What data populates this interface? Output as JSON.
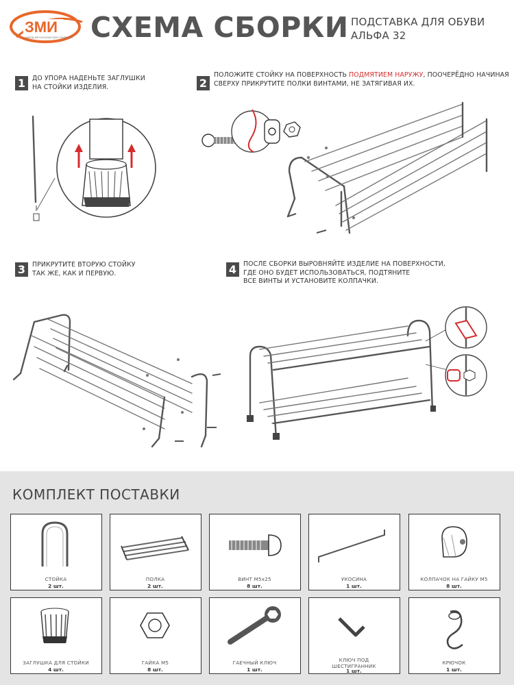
{
  "header": {
    "logo_text": "ЗМИ",
    "logo_subtext": "ЗАВОД МЕТАЛЛИЧЕСКИХ ИЗДЕЛИЙ",
    "title": "СХЕМА СБОРКИ",
    "product_line1": "ПОДСТАВКА ДЛЯ ОБУВИ",
    "product_line2": "АЛЬФА 32"
  },
  "steps": [
    {
      "number": "1",
      "text": "ДО УПОРА НАДЕНЬТЕ ЗАГЛУШКИ\nНА СТОЙКИ ИЗДЕЛИЯ."
    },
    {
      "number": "2",
      "text_before": "ПОЛОЖИТЕ СТОЙКУ НА ПОВЕРХНОСТЬ ",
      "text_highlight": "ПОДМЯТИЕМ НАРУЖУ",
      "text_after": ", ПООЧЕРЁДНО НАЧИНАЯ\nСВЕРХУ ПРИКРУТИТЕ ПОЛКИ ВИНТАМИ, НЕ ЗАТЯГИВАЯ ИХ."
    },
    {
      "number": "3",
      "text": "ПРИКРУТИТЕ ВТОРУЮ СТОЙКУ\nТАК ЖЕ, КАК И ПЕРВУЮ."
    },
    {
      "number": "4",
      "text": "ПОСЛЕ СБОРКИ ВЫРОВНЯЙТЕ ИЗДЕЛИЕ НА ПОВЕРХНОСТИ,\nГДЕ ОНО БУДЕТ ИСПОЛЬЗОВАТЬСЯ, ПОДТЯНИТЕ\nВСЕ ВИНТЫ И УСТАНОВИТЕ КОЛПАЧКИ."
    }
  ],
  "kit": {
    "title": "КОМПЛЕКТ ПОСТАВКИ",
    "items": [
      {
        "name": "СТОЙКА",
        "qty": "2 шт."
      },
      {
        "name": "ПОЛКА",
        "qty": "2 шт."
      },
      {
        "name": "ВИНТ М5х25",
        "qty": "8 шт."
      },
      {
        "name": "УКОСИНА",
        "qty": "1 шт."
      },
      {
        "name": "КОЛПАЧОК НА ГАЙКУ М5",
        "qty": "8 шт."
      },
      {
        "name": "ЗАГЛУШКА ДЛЯ СТОЙКИ",
        "qty": "4 шт."
      },
      {
        "name": "ГАЙКА М5",
        "qty": "8 шт."
      },
      {
        "name": "ГАЕЧНЫЙ КЛЮЧ",
        "qty": "1 шт."
      },
      {
        "name": "КЛЮЧ ПОД\nШЕСТИГРАННИК",
        "qty": "1 шт."
      },
      {
        "name": "КРЮЧОК",
        "qty": "1 шт."
      }
    ]
  },
  "colors": {
    "accent_red": "#d42d2d",
    "logo_orange": "#e8672a",
    "dark": "#4a4a4a",
    "band": "#e4e4e4"
  }
}
